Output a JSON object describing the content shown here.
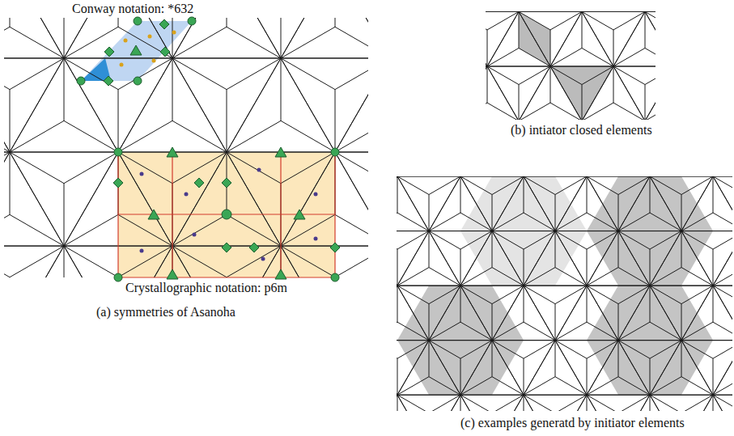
{
  "diagram": {
    "labels": [
      "Conway notation: *632",
      "Crystallographic notation: p6m",
      "(a) symmetries of Asanoha",
      "(b) intiator closed elements",
      "(c) examples generatd by initiator elements"
    ]
  }
}
